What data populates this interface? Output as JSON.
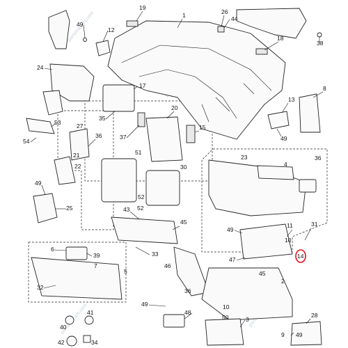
{
  "diagram": {
    "watermark": "partslinkcars.com",
    "callouts": [
      {
        "id": "c1",
        "num": "1"
      },
      {
        "id": "c19",
        "num": "19"
      },
      {
        "id": "c26",
        "num": "26"
      },
      {
        "id": "c44",
        "num": "44"
      },
      {
        "id": "c49a",
        "num": "49"
      },
      {
        "id": "c12",
        "num": "12"
      },
      {
        "id": "c18",
        "num": "18"
      },
      {
        "id": "c38",
        "num": "38"
      },
      {
        "id": "c24",
        "num": "24"
      },
      {
        "id": "c17",
        "num": "17"
      },
      {
        "id": "c8",
        "num": "8"
      },
      {
        "id": "c13",
        "num": "13"
      },
      {
        "id": "c20",
        "num": "20"
      },
      {
        "id": "c35",
        "num": "35"
      },
      {
        "id": "c37",
        "num": "37"
      },
      {
        "id": "c15",
        "num": "15"
      },
      {
        "id": "c49b",
        "num": "49"
      },
      {
        "id": "c53",
        "num": "53"
      },
      {
        "id": "c54",
        "num": "54"
      },
      {
        "id": "c27",
        "num": "27"
      },
      {
        "id": "c36a",
        "num": "36"
      },
      {
        "id": "c21",
        "num": "21"
      },
      {
        "id": "c22",
        "num": "22"
      },
      {
        "id": "c51",
        "num": "51"
      },
      {
        "id": "c30",
        "num": "30"
      },
      {
        "id": "c23",
        "num": "23"
      },
      {
        "id": "c4",
        "num": "4"
      },
      {
        "id": "c36b",
        "num": "36"
      },
      {
        "id": "c49c",
        "num": "49"
      },
      {
        "id": "c25",
        "num": "25"
      },
      {
        "id": "c43",
        "num": "43"
      },
      {
        "id": "c52a",
        "num": "52"
      },
      {
        "id": "c52b",
        "num": "52"
      },
      {
        "id": "c45",
        "num": "45"
      },
      {
        "id": "c11",
        "num": "11"
      },
      {
        "id": "c31",
        "num": "31"
      },
      {
        "id": "c49d",
        "num": "49"
      },
      {
        "id": "c10",
        "num": "10"
      },
      {
        "id": "c47",
        "num": "47"
      },
      {
        "id": "c33",
        "num": "33"
      },
      {
        "id": "c6",
        "num": "6"
      },
      {
        "id": "c39",
        "num": "39"
      },
      {
        "id": "c7",
        "num": "7"
      },
      {
        "id": "c5",
        "num": "5"
      },
      {
        "id": "c32",
        "num": "32"
      },
      {
        "id": "c46",
        "num": "46"
      },
      {
        "id": "c45b",
        "num": "45"
      },
      {
        "id": "c36c",
        "num": "36"
      },
      {
        "id": "c2",
        "num": "2"
      },
      {
        "id": "c49e",
        "num": "49"
      },
      {
        "id": "c48",
        "num": "48"
      },
      {
        "id": "c10b",
        "num": "10"
      },
      {
        "id": "c50",
        "num": "50"
      },
      {
        "id": "c40",
        "num": "40"
      },
      {
        "id": "c41",
        "num": "41"
      },
      {
        "id": "c42",
        "num": "42"
      },
      {
        "id": "c34",
        "num": "34"
      },
      {
        "id": "c3",
        "num": "3"
      },
      {
        "id": "c28",
        "num": "28"
      },
      {
        "id": "c9",
        "num": "9"
      },
      {
        "id": "c49f",
        "num": "49"
      },
      {
        "id": "c14",
        "num": "14"
      }
    ],
    "highlight_callout": "14",
    "colors": {
      "line": "#222222",
      "highlight": "#e0101a",
      "watermark": "#c9d3dc"
    }
  }
}
